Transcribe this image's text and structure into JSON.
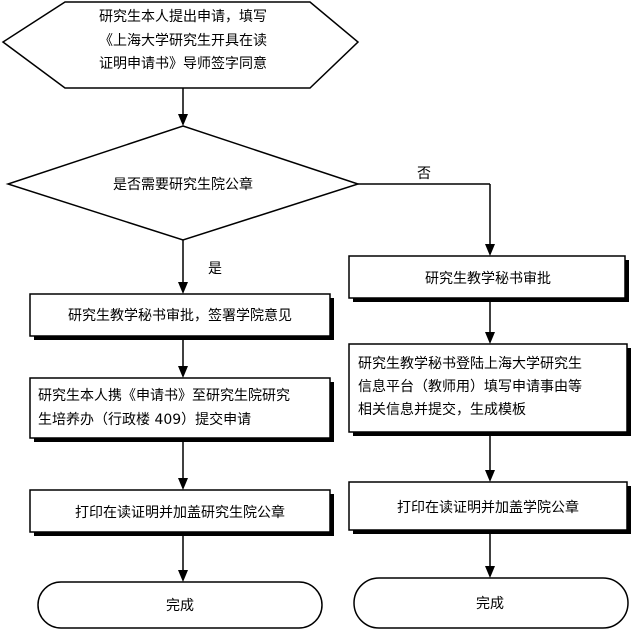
{
  "start_node": {
    "lines": [
      "研究生本人提出申请，填写",
      "《上海大学研究生开具在读",
      "证明申请书》导师签字同意"
    ]
  },
  "decision": {
    "text": "是否需要研究生院公章",
    "yes_label": "是",
    "no_label": "否"
  },
  "left_branch": {
    "step1": "研究生教学秘书审批，签署学院意见",
    "step2_lines": [
      "研究生本人携《申请书》至研究生院研究",
      "生培养办（行政楼 409）提交申请"
    ],
    "step3": "打印在读证明并加盖研究生院公章",
    "end": "完成"
  },
  "right_branch": {
    "step1": "研究生教学秘书审批",
    "step2_lines": [
      "研究生教学秘书登陆上海大学研究生",
      "信息平台（教师用）填写申请事由等",
      "相关信息并提交，生成模板"
    ],
    "step3": "打印在读证明并加盖学院公章",
    "end": "完成"
  }
}
